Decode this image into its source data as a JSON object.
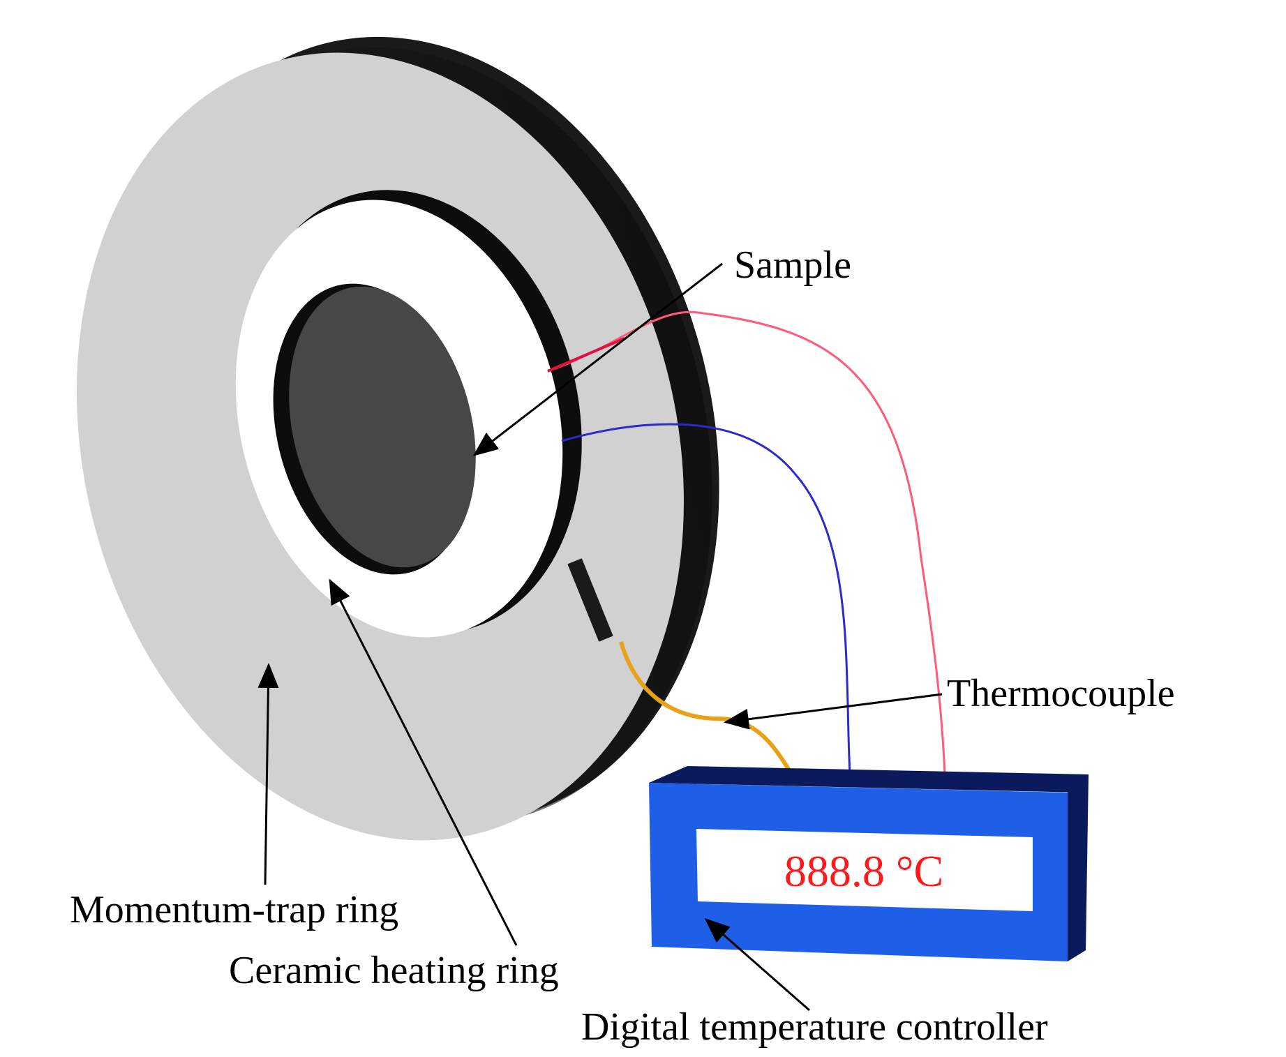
{
  "labels": {
    "sample": "Sample",
    "thermocouple": "Thermocouple",
    "momentum_trap_ring": "Momentum-trap ring",
    "ceramic_heating_ring": "Ceramic heating ring",
    "digital_temperature_controller": "Digital temperature controller"
  },
  "controller": {
    "display_value": "888.8 °C"
  },
  "colors": {
    "disc_face": "#d1d1d1",
    "disc_rim": "#111111",
    "inner_opening": "#ffffff",
    "sample": "#474747",
    "controller_body": "#1f5fe8",
    "controller_top": "#0a1a5c",
    "display_bg": "#ffffff",
    "display_text": "#ff1a1a",
    "wire_red": "#ff5a7a",
    "wire_blue": "#2a2ad0",
    "wire_thermocouple": "#e7a21a"
  }
}
